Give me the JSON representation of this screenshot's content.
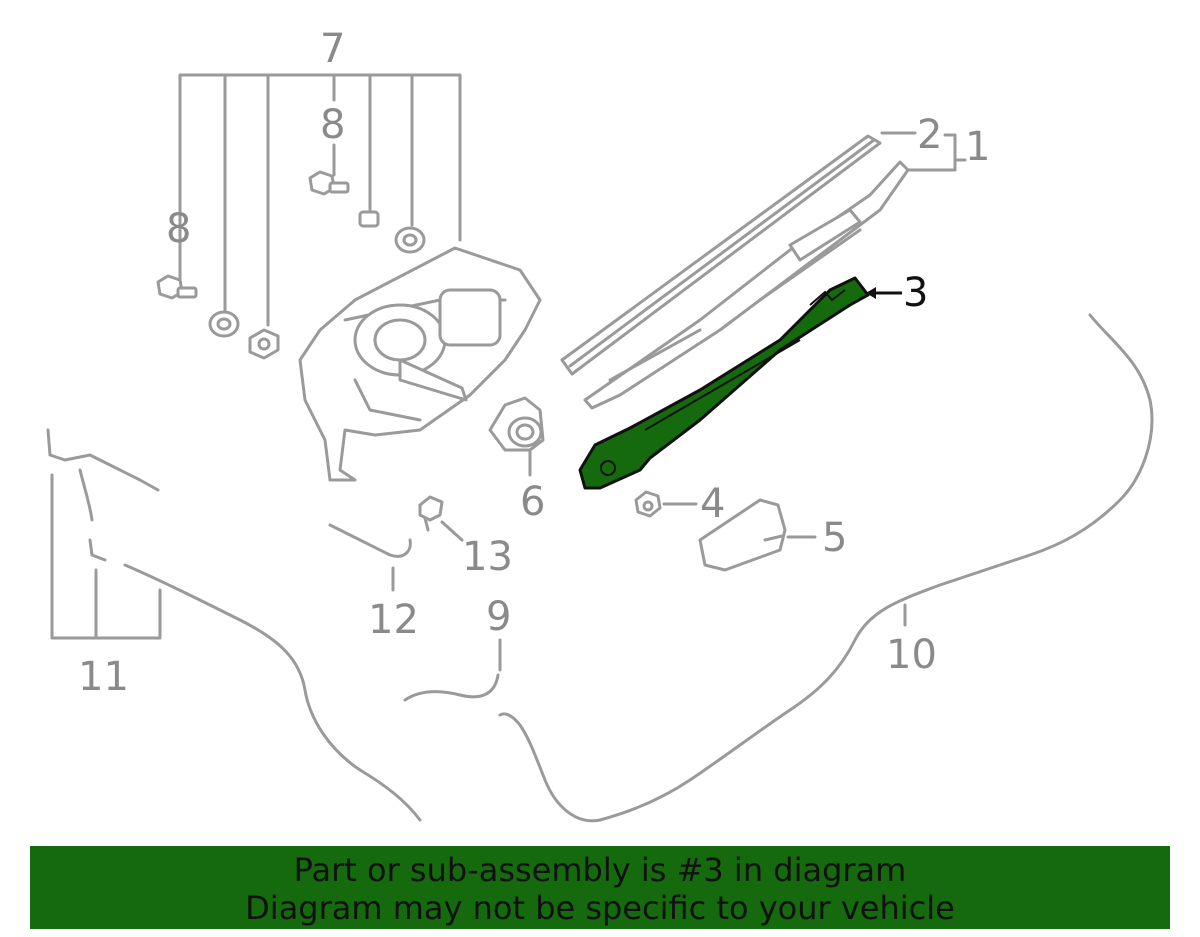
{
  "callouts": {
    "c1": "1",
    "c2": "2",
    "c3": "3",
    "c4": "4",
    "c5": "5",
    "c6": "6",
    "c7": "7",
    "c8a": "8",
    "c8b": "8",
    "c9": "9",
    "c10": "10",
    "c11": "11",
    "c12": "12",
    "c13": "13"
  },
  "highlight": {
    "part": "3",
    "color": "#156a0e",
    "outline": "#111111"
  },
  "banner": {
    "line1": "Part or sub-assembly is #3 in diagram",
    "line2": "Diagram may not be specific to your vehicle",
    "background": "#156a0e"
  }
}
